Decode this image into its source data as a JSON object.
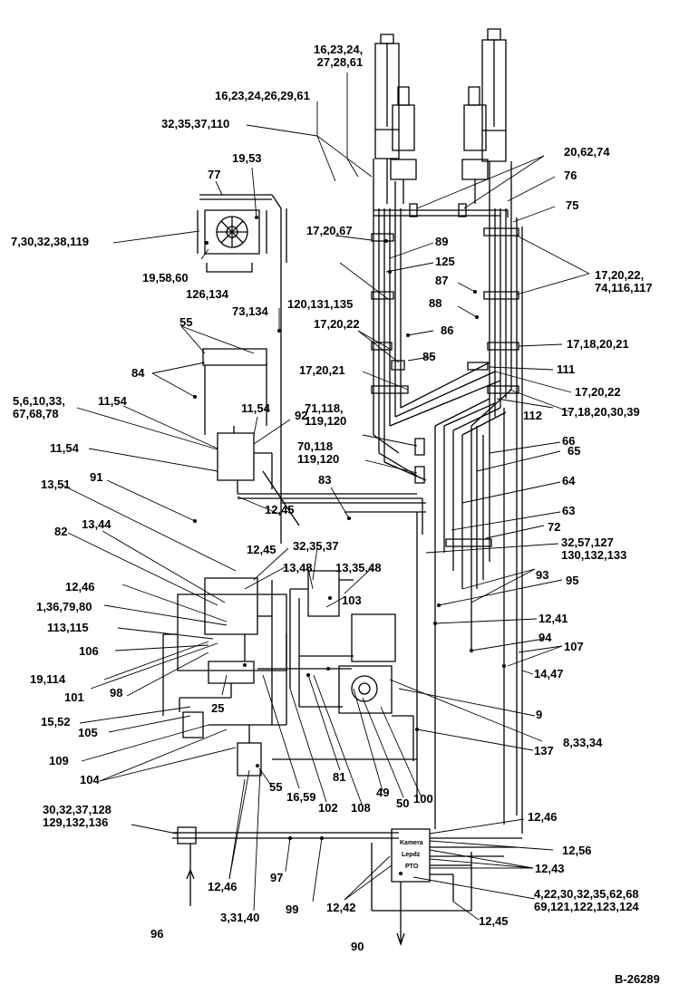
{
  "drawing_number": "B-26289",
  "valve_block_labels": [
    "Kamera",
    "Lepdz",
    "PTO"
  ],
  "callouts": [
    {
      "id": "c1",
      "text": "16,23,24,\n27,28,61"
    },
    {
      "id": "c2",
      "text": "16,23,24,26,29,61"
    },
    {
      "id": "c3",
      "text": "32,35,37,110"
    },
    {
      "id": "c4",
      "text": "20,62,74"
    },
    {
      "id": "c5",
      "text": "76"
    },
    {
      "id": "c6",
      "text": "75"
    },
    {
      "id": "c7",
      "text": "19,53"
    },
    {
      "id": "c8",
      "text": "77"
    },
    {
      "id": "c9",
      "text": "7,30,32,38,119"
    },
    {
      "id": "c10",
      "text": "17,20,67"
    },
    {
      "id": "c11",
      "text": "89"
    },
    {
      "id": "c12",
      "text": "125"
    },
    {
      "id": "c13",
      "text": "87"
    },
    {
      "id": "c14",
      "text": "17,20,22,\n74,116,117"
    },
    {
      "id": "c15",
      "text": "19,58,60"
    },
    {
      "id": "c16",
      "text": "126,134"
    },
    {
      "id": "c17",
      "text": "73,134"
    },
    {
      "id": "c18",
      "text": "88"
    },
    {
      "id": "c19",
      "text": "120,131,135"
    },
    {
      "id": "c20",
      "text": "55"
    },
    {
      "id": "c21",
      "text": "17,20,22"
    },
    {
      "id": "c22",
      "text": "86"
    },
    {
      "id": "c23",
      "text": "85"
    },
    {
      "id": "c24",
      "text": "17,18,20,21"
    },
    {
      "id": "c25",
      "text": "84"
    },
    {
      "id": "c26",
      "text": "17,20,21"
    },
    {
      "id": "c27",
      "text": "111"
    },
    {
      "id": "c28",
      "text": "17,20,22"
    },
    {
      "id": "c29",
      "text": "5,6,10,33,\n67,68,78"
    },
    {
      "id": "c30",
      "text": "11,54"
    },
    {
      "id": "c31",
      "text": "11,54"
    },
    {
      "id": "c32",
      "text": "92"
    },
    {
      "id": "c33",
      "text": "112"
    },
    {
      "id": "c34",
      "text": "17,18,20,30,39"
    },
    {
      "id": "c35",
      "text": "71,118,\n119,120"
    },
    {
      "id": "c36",
      "text": "66"
    },
    {
      "id": "c37",
      "text": "11,54"
    },
    {
      "id": "c38",
      "text": "70,118\n119,120"
    },
    {
      "id": "c39",
      "text": "65"
    },
    {
      "id": "c40",
      "text": "13,51"
    },
    {
      "id": "c41",
      "text": "91"
    },
    {
      "id": "c42",
      "text": "83"
    },
    {
      "id": "c43",
      "text": "64"
    },
    {
      "id": "c44",
      "text": "82"
    },
    {
      "id": "c45",
      "text": "13,44"
    },
    {
      "id": "c46",
      "text": "63"
    },
    {
      "id": "c47",
      "text": "72"
    },
    {
      "id": "c48",
      "text": "12,45"
    },
    {
      "id": "c49",
      "text": "32,57,127\n130,132,133"
    },
    {
      "id": "c50",
      "text": "12,45"
    },
    {
      "id": "c51",
      "text": "32,35,37"
    },
    {
      "id": "c52",
      "text": "13,48"
    },
    {
      "id": "c53",
      "text": "13,35,48"
    },
    {
      "id": "c54",
      "text": "93"
    },
    {
      "id": "c55",
      "text": "12,46"
    },
    {
      "id": "c56",
      "text": "95"
    },
    {
      "id": "c57",
      "text": "1,36,79,80"
    },
    {
      "id": "c58",
      "text": "103"
    },
    {
      "id": "c59",
      "text": "113,115"
    },
    {
      "id": "c60",
      "text": "12,41"
    },
    {
      "id": "c61",
      "text": "106"
    },
    {
      "id": "c62",
      "text": "94"
    },
    {
      "id": "c63",
      "text": "107"
    },
    {
      "id": "c64",
      "text": "19,114"
    },
    {
      "id": "c65",
      "text": "101"
    },
    {
      "id": "c66",
      "text": "98"
    },
    {
      "id": "c67",
      "text": "14,47"
    },
    {
      "id": "c68",
      "text": "25"
    },
    {
      "id": "c69",
      "text": "15,52"
    },
    {
      "id": "c70",
      "text": "105"
    },
    {
      "id": "c71",
      "text": "9"
    },
    {
      "id": "c72",
      "text": "109"
    },
    {
      "id": "c73",
      "text": "8,33,34"
    },
    {
      "id": "c74",
      "text": "137"
    },
    {
      "id": "c75",
      "text": "104"
    },
    {
      "id": "c76",
      "text": "55"
    },
    {
      "id": "c77",
      "text": "81"
    },
    {
      "id": "c78",
      "text": "49"
    },
    {
      "id": "c79",
      "text": "16,59"
    },
    {
      "id": "c80",
      "text": "50"
    },
    {
      "id": "c81",
      "text": "100"
    },
    {
      "id": "c82",
      "text": "102"
    },
    {
      "id": "c83",
      "text": "108"
    },
    {
      "id": "c84",
      "text": "30,32,37,128\n129,132,136"
    },
    {
      "id": "c85",
      "text": "12,46"
    },
    {
      "id": "c86",
      "text": "12,56"
    },
    {
      "id": "c87",
      "text": "12,43"
    },
    {
      "id": "c88",
      "text": "97"
    },
    {
      "id": "c89",
      "text": "12,46"
    },
    {
      "id": "c90",
      "text": "4,22,30,32,35,62,68\n69,121,122,123,124"
    },
    {
      "id": "c91",
      "text": "12,42"
    },
    {
      "id": "c92",
      "text": "3,31,40"
    },
    {
      "id": "c93",
      "text": "99"
    },
    {
      "id": "c94",
      "text": "12,45"
    },
    {
      "id": "c95",
      "text": "96"
    },
    {
      "id": "c96",
      "text": "90"
    }
  ]
}
